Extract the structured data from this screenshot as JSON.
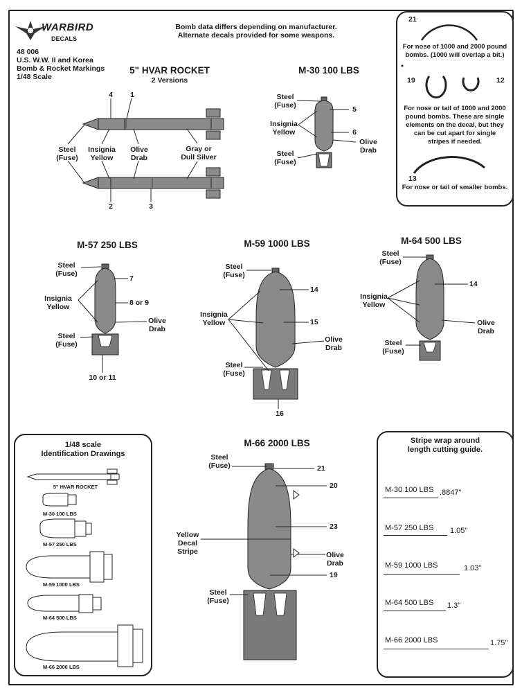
{
  "header": {
    "logo_text": "WARBIRD",
    "logo_sub": "DECALS",
    "notice_line1": "Bomb data differs depending on manufacturer.",
    "notice_line2": "Alternate decals provided for some weapons.",
    "product_no": "48 006",
    "product_l1": "U.S. W.W. II and Korea",
    "product_l2": "Bomb & Rocket Markings",
    "product_l3": "1/48 Scale"
  },
  "hvar": {
    "title": "5\" HVAR ROCKET",
    "subtitle": "2 Versions",
    "callouts": [
      "4",
      "1",
      "2",
      "3"
    ],
    "labels": {
      "steel": [
        "Steel",
        "(Fuse)"
      ],
      "insignia": [
        "Insignia",
        "Yellow"
      ],
      "olive": [
        "Olive",
        "Drab"
      ],
      "gray": [
        "Gray or",
        "Dull Silver"
      ]
    }
  },
  "m30": {
    "title": "M-30 100 LBS",
    "steel_top": [
      "Steel",
      "(Fuse)"
    ],
    "insignia": [
      "Insignia",
      "Yellow"
    ],
    "olive": [
      "Olive",
      "Drab"
    ],
    "steel_bot": [
      "Steel",
      "(Fuse)"
    ],
    "callouts": [
      "5",
      "6"
    ]
  },
  "stripes": {
    "n21": "21",
    "text1": [
      "For nose of 1000 and 2000 pound",
      "bombs. (1000 will overlap a bit.)"
    ],
    "n19": "19",
    "n12": "12",
    "text2": [
      "For nose or tail of 1000 and 2000",
      "pound bombs.  These are single",
      "elements on the decal, but they",
      "can be cut apart for single",
      "stripes if needed."
    ],
    "n13": "13",
    "text3": "For nose or tail of smaller bombs."
  },
  "m57": {
    "title": "M-57 250 LBS",
    "steel_top": [
      "Steel",
      "(Fuse)"
    ],
    "insignia": [
      "Insignia",
      "Yellow"
    ],
    "olive": [
      "Olive",
      "Drab"
    ],
    "steel_bot": [
      "Steel",
      "(Fuse)"
    ],
    "callouts": [
      "7",
      "8 or 9",
      "10 or 11"
    ]
  },
  "m59": {
    "title": "M-59 1000 LBS",
    "steel_top": [
      "Steel",
      "(Fuse)"
    ],
    "insignia": [
      "Insignia",
      "Yellow"
    ],
    "olive": [
      "Olive",
      "Drab"
    ],
    "steel_bot": [
      "Steel",
      "(Fuse)"
    ],
    "callouts": [
      "14",
      "15",
      "16"
    ]
  },
  "m64": {
    "title": "M-64 500 LBS",
    "steel_top": [
      "Steel",
      "(Fuse)"
    ],
    "insignia": [
      "Insignia",
      "Yellow"
    ],
    "olive": [
      "Olive",
      "Drab"
    ],
    "steel_bot": [
      "Steel",
      "(Fuse)"
    ],
    "callouts": [
      "14"
    ]
  },
  "idbox": {
    "title1": "1/48 scale",
    "title2": "Identification Drawings",
    "items": [
      "5\" HVAR ROCKET",
      "M-30 100 LBS",
      "M-57 250 LBS",
      "M-59 1000 LBS",
      "M-64 500 LBS",
      "M-66 2000 LBS"
    ]
  },
  "m66": {
    "title": "M-66 2000 LBS",
    "steel_top": [
      "Steel",
      "(Fuse)"
    ],
    "yellow_stripe": [
      "Yellow",
      "Decal",
      "Stripe"
    ],
    "olive": [
      "Olive",
      "Drab"
    ],
    "steel_bot": [
      "Steel",
      "(Fuse)"
    ],
    "callouts": [
      "21",
      "20",
      "23",
      "19"
    ]
  },
  "guide": {
    "title1": "Stripe wrap around",
    "title2": "length cutting guide.",
    "rows": [
      {
        "name": "M-30 100 LBS",
        "value": ".8847\""
      },
      {
        "name": "M-57 250 LBS",
        "value": "1.05\""
      },
      {
        "name": "M-59 1000 LBS",
        "value": "1.03\""
      },
      {
        "name": "M-64 500 LBS",
        "value": "1.3\""
      },
      {
        "name": "M-66 2000 LBS",
        "value": "1.75\""
      }
    ]
  },
  "colors": {
    "ink": "#1a1a1a",
    "bomb_gray": "#8a8a8a",
    "bomb_dark": "#6e6e6e",
    "paper": "#ffffff"
  }
}
